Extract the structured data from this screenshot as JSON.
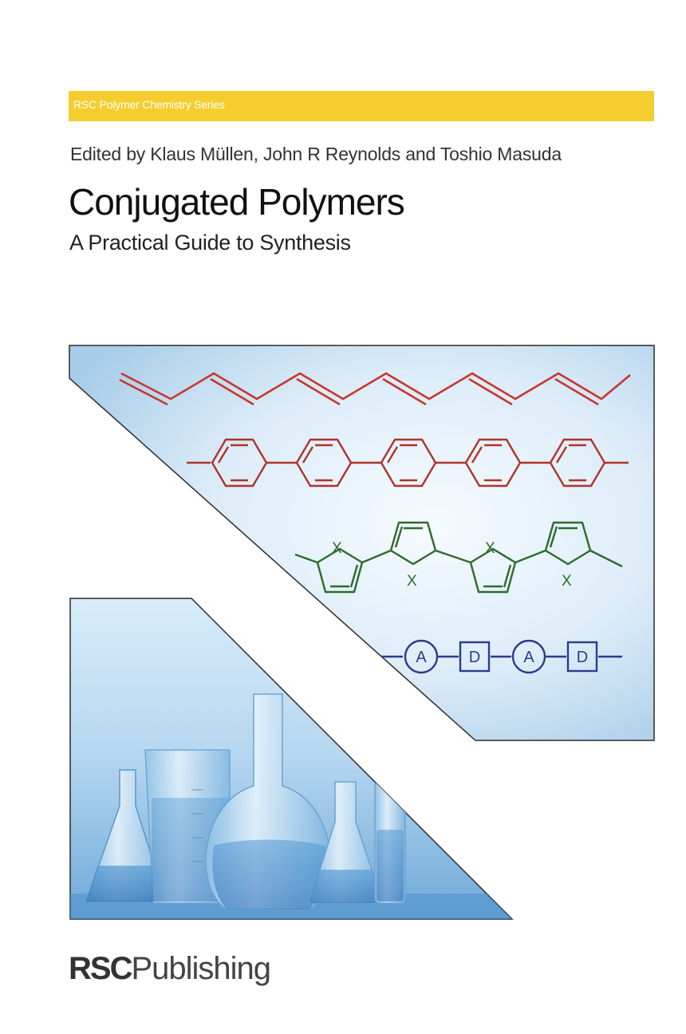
{
  "series": {
    "label": "RSC Polymer Chemistry Series"
  },
  "editors": {
    "text": "Edited by Klaus Müllen, John R Reynolds and Toshio Masuda"
  },
  "title": {
    "main": "Conjugated Polymers",
    "subtitle": "A Practical Guide to Synthesis"
  },
  "chemistry": {
    "heteroatom": "X",
    "acceptor": "A",
    "donor": "D"
  },
  "publisher": {
    "bold": "RSC",
    "regular": "Publishing"
  },
  "colors": {
    "series_bar": "#f6cd2f",
    "polyene": "#c8372e",
    "polyphenylene": "#b0332b",
    "polythiophene": "#2f6b2f",
    "donor_acceptor": "#2a3c8c",
    "panel": "#d6e8f5"
  }
}
